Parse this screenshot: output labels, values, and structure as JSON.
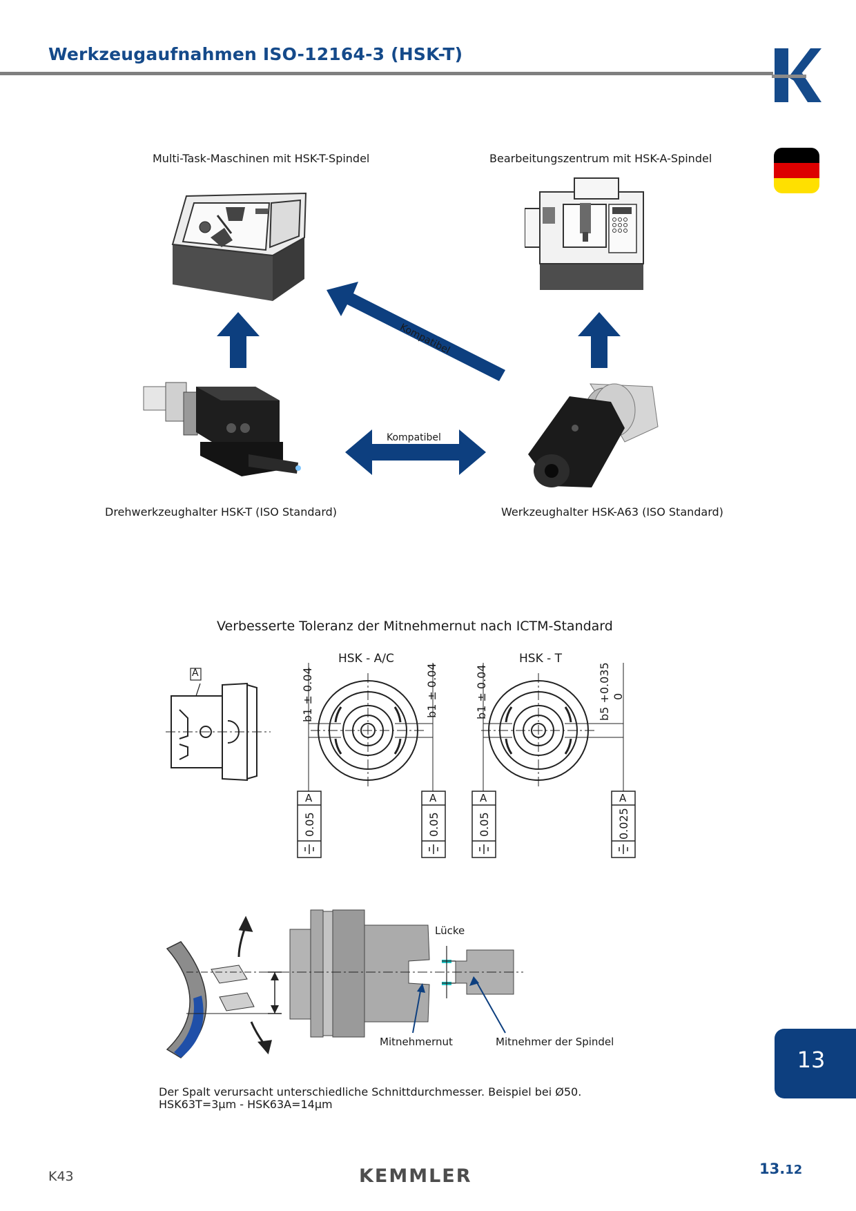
{
  "header": {
    "title": "Werkzeugaufnahmen ISO-12164-3 (HSK-T)"
  },
  "captions": {
    "multitask": "Multi-Task-Maschinen mit HSK-T-Spindel",
    "center": "Bearbeitungszentrum mit HSK-A-Spindel",
    "turning_holder": "Drehwerkzeughalter HSK-T (ISO Standard)",
    "a63_holder": "Werkzeughalter HSK-A63 (ISO Standard)",
    "kompatibel_diag": "Kompatibel",
    "kompatibel_horiz": "Kompatibel"
  },
  "tolerance": {
    "title": "Verbesserte Toleranz der Mitnehmernut nach ICTM-Standard",
    "datum": "A",
    "hsk_ac": "HSK - A/C",
    "hsk_t": "HSK - T",
    "dims": [
      "b1 ± 0.04",
      "b1 ± 0.04",
      "b1 ± 0.04",
      "b5 +0.035"
    ],
    "dim_lower": "0",
    "frames": [
      {
        "datum": "A",
        "value": "0.05"
      },
      {
        "datum": "A",
        "value": "0.05"
      },
      {
        "datum": "A",
        "value": "0.05"
      },
      {
        "datum": "A",
        "value": "0.025"
      }
    ]
  },
  "gap_diagram": {
    "luecke": "Lücke",
    "mitnehmernut": "Mitnehmernut",
    "mitnehmer_spindel": "Mitnehmer der Spindel"
  },
  "note": {
    "line1": "Der Spalt verursacht unterschiedliche Schnittdurchmesser. Beispiel bei Ø50.",
    "line2": "HSK63T=3µm - HSK63A=14µm"
  },
  "sidebar": {
    "chapter": "13"
  },
  "footer": {
    "code": "K43",
    "brand": "KEMMLER",
    "page_main": "13.",
    "page_sub": "12"
  },
  "colors": {
    "brand_blue": "#154a8a",
    "arrow_blue": "#0d3f7f",
    "flag_black": "#000000",
    "flag_red": "#dd0000",
    "flag_gold": "#ffce00"
  }
}
